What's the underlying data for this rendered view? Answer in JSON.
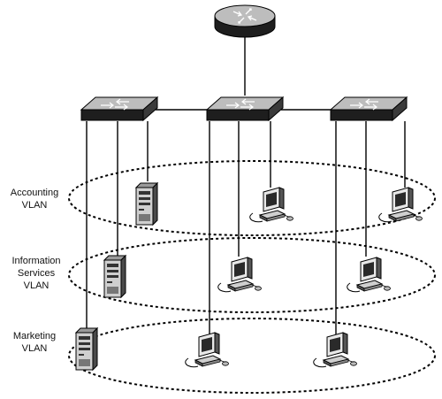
{
  "vlans": [
    {
      "label": "Accounting\nVLAN"
    },
    {
      "label": "Information\nServices\nVLAN"
    },
    {
      "label": "Marketing\nVLAN"
    }
  ],
  "devices": {
    "router": "router-icon",
    "switch": "switch-icon",
    "server": "server-icon",
    "workstation": "workstation-icon"
  },
  "colors": {
    "stroke": "#000000",
    "device_dark": "#2a2a2a",
    "device_light": "#9a9a9a"
  }
}
